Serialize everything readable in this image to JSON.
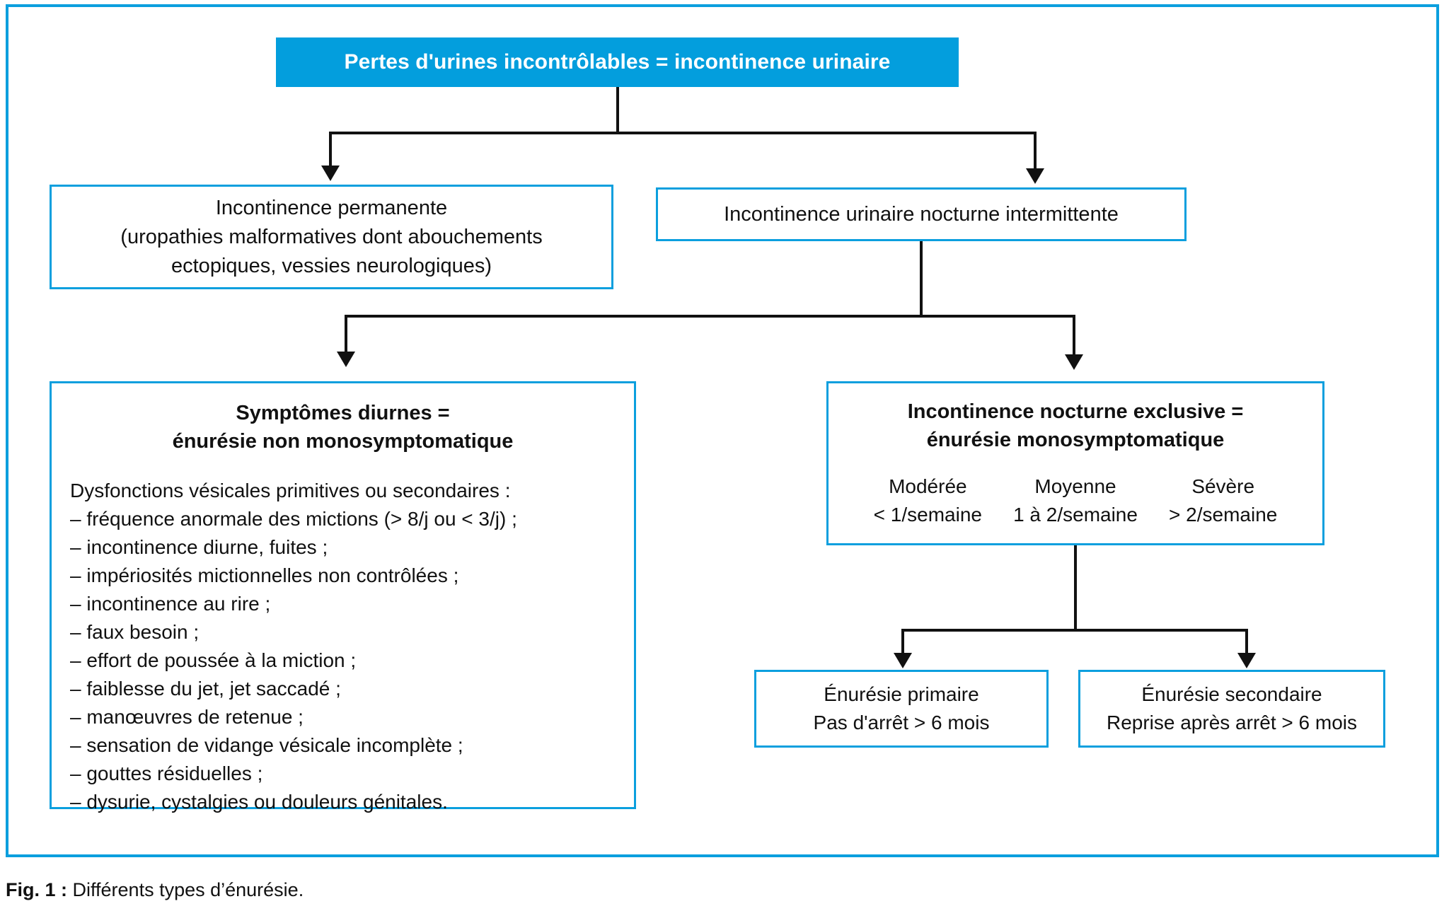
{
  "figure": {
    "accent_color": "#0b9fde",
    "header_fill": "#039edd",
    "connector_color": "#111111",
    "caption_label": "Fig. 1 :",
    "caption_text": "Différents types d’énurésie."
  },
  "nodes": {
    "root": {
      "label": "Pertes d'urines incontrôlables = incontinence urinaire"
    },
    "permanente": {
      "line1": "Incontinence permanente",
      "line2": "(uropathies malformatives dont abouchements",
      "line3": "ectopiques, vessies neurologiques)"
    },
    "nocturne_intermittente": {
      "label": "Incontinence urinaire nocturne intermittente"
    },
    "symptomes_diurnes": {
      "title_line1": "Symptômes diurnes =",
      "title_line2": "énurésie non monosymptomatique",
      "intro": "Dysfonctions vésicales primitives ou secondaires :",
      "items": [
        "– fréquence anormale des mictions (> 8/j ou < 3/j) ;",
        "– incontinence diurne, fuites ;",
        "– impériosités mictionnelles non contrôlées ;",
        "– incontinence au rire ;",
        "– faux besoin ;",
        "– effort de poussée à la miction ;",
        "– faiblesse du jet, jet saccadé ;",
        "– manœuvres de retenue ;",
        "– sensation de vidange vésicale incomplète ;",
        "– gouttes résiduelles ;",
        "– dysurie, cystalgies ou douleurs génitales."
      ]
    },
    "nocturne_exclusive": {
      "title_line1": "Incontinence nocturne exclusive =",
      "title_line2": "énurésie monosymptomatique",
      "severities": [
        {
          "label": "Modérée",
          "frequency": "< 1/semaine"
        },
        {
          "label": "Moyenne",
          "frequency": "1 à 2/semaine"
        },
        {
          "label": "Sévère",
          "frequency": "> 2/semaine"
        }
      ]
    },
    "enuresie_primaire": {
      "line1": "Énurésie primaire",
      "line2": "Pas d'arrêt > 6 mois"
    },
    "enuresie_secondaire": {
      "line1": "Énurésie secondaire",
      "line2": "Reprise après arrêt > 6 mois"
    }
  }
}
